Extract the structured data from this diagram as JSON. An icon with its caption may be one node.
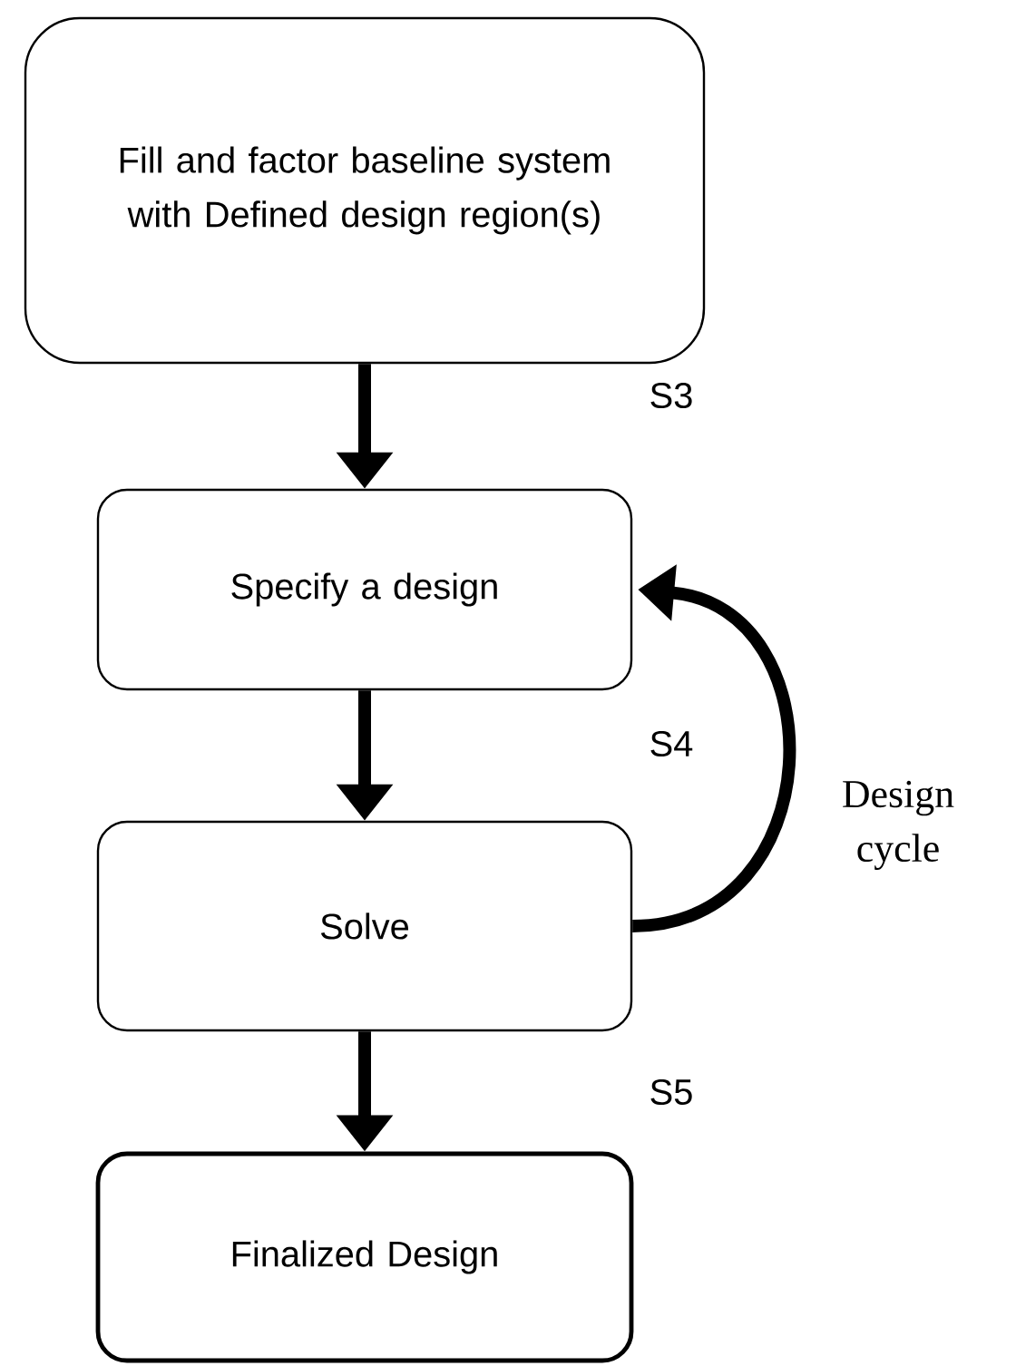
{
  "diagram": {
    "nodes": [
      {
        "text": [
          "Fill and factor baseline system with Defined design region(s)"
        ]
      },
      {
        "text": [
          "Specify a design"
        ]
      },
      {
        "text": [
          "Solve"
        ]
      },
      {
        "text": [
          "Finalized Design"
        ]
      }
    ],
    "edges": [
      {
        "from": 0,
        "to": 1,
        "arrow": "to"
      },
      {
        "from": 1,
        "to": 2,
        "arrow": "to"
      },
      {
        "from": 2,
        "to": 1,
        "arrow": "to",
        "label": "Design cycle"
      },
      {
        "from": 2,
        "to": 3,
        "arrow": "to"
      }
    ],
    "labels": [
      "S3",
      "S4",
      "S5"
    ]
  }
}
